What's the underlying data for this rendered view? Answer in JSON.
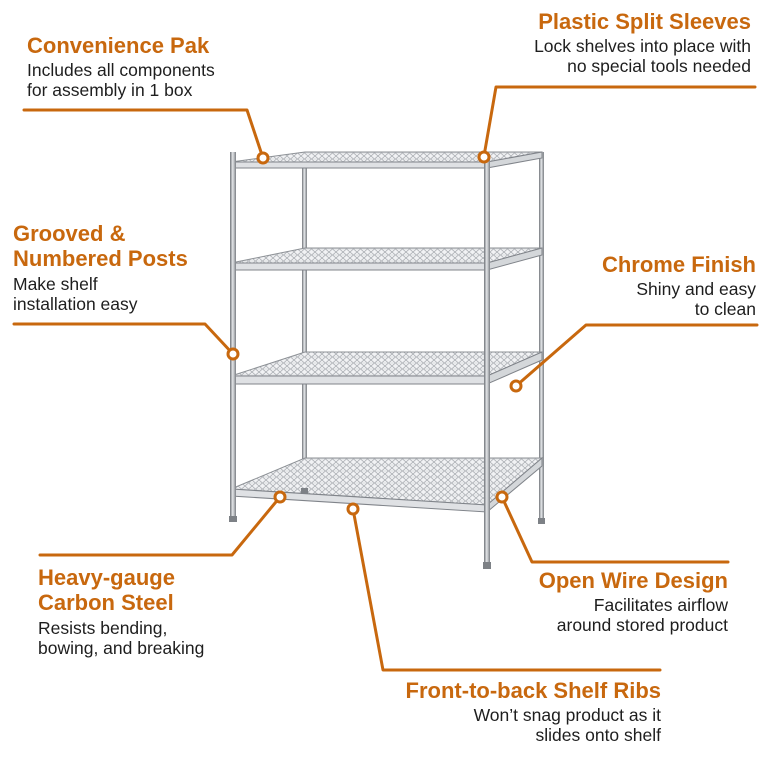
{
  "colors": {
    "accent": "#c8680e",
    "text": "#1e1e1e",
    "chrome": "#9a9ea3"
  },
  "callouts": {
    "convenience_pak": {
      "title": "Convenience Pak",
      "desc": "Includes all components\nfor assembly in 1 box"
    },
    "plastic_split_sleeves": {
      "title": "Plastic Split Sleeves",
      "desc": "Lock shelves into place with\nno special tools needed"
    },
    "grooved_posts": {
      "title": "Grooved &\nNumbered Posts",
      "desc": "Make shelf\ninstallation easy"
    },
    "chrome_finish": {
      "title": "Chrome Finish",
      "desc": "Shiny and easy\nto clean"
    },
    "heavy_gauge": {
      "title": "Heavy-gauge\nCarbon Steel",
      "desc": "Resists bending,\nbowing, and breaking"
    },
    "open_wire": {
      "title": "Open Wire Design",
      "desc": "Facilitates airflow\naround stored product"
    },
    "shelf_ribs": {
      "title": "Front-to-back Shelf Ribs",
      "desc": "Won’t snag product as it\nslides onto shelf"
    }
  }
}
